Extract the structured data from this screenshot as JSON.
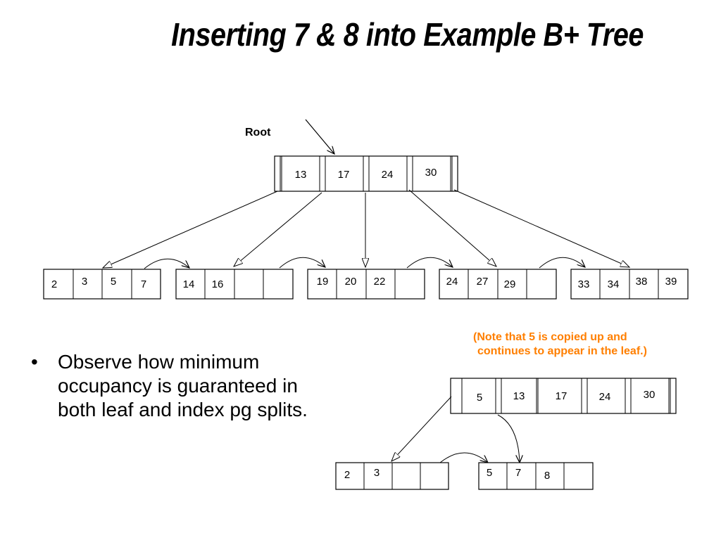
{
  "title": "Inserting 7 & 8 into Example B+ Tree",
  "root_label": "Root",
  "colors": {
    "note": "#ff7f00",
    "stroke": "#000000"
  },
  "top_tree": {
    "root_keys": [
      "13",
      "17",
      "24",
      "30"
    ],
    "leaves": [
      [
        "2",
        "3",
        "5",
        "7"
      ],
      [
        "14",
        "16",
        "",
        ""
      ],
      [
        "19",
        "20",
        "22",
        ""
      ],
      [
        "24",
        "27",
        "29",
        ""
      ],
      [
        "33",
        "34",
        "38",
        "39"
      ]
    ]
  },
  "note": {
    "line1": "(Note that 5 is copied up and",
    "line2": "continues to appear in the leaf.)"
  },
  "bottom_tree": {
    "index_keys": [
      "5",
      "13",
      "17",
      "24",
      "30"
    ],
    "leaves": [
      [
        "2",
        "3",
        "",
        ""
      ],
      [
        "5",
        "7",
        "8",
        ""
      ]
    ]
  },
  "bullets": [
    "Observe how minimum occupancy is guaranteed in both leaf and index pg splits."
  ]
}
